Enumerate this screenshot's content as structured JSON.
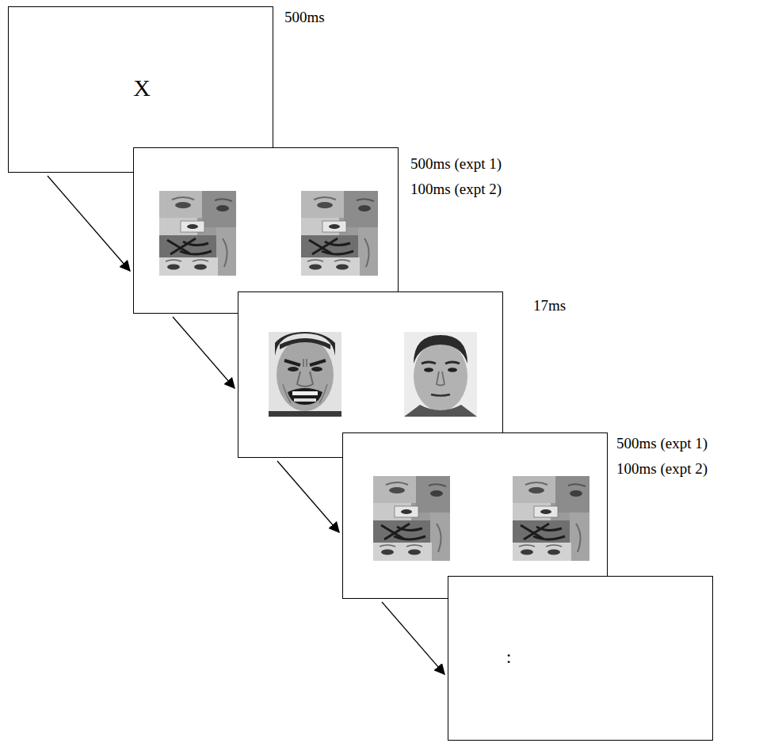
{
  "diagram": {
    "nodes": [
      {
        "text": [
          "X",
          "500ms"
        ]
      },
      {
        "text": [
          "500ms (expt 1)",
          "100ms (expt 2)"
        ]
      },
      {
        "text": [
          "17ms"
        ]
      },
      {
        "text": [
          "500ms (expt 1)",
          "100ms (expt 2)"
        ]
      },
      {
        "text": [
          ":"
        ]
      }
    ],
    "edges": [
      {
        "from": 0,
        "to": 1,
        "arrow": "to"
      },
      {
        "from": 1,
        "to": 2,
        "arrow": "to"
      },
      {
        "from": 2,
        "to": 3,
        "arrow": "to"
      },
      {
        "from": 3,
        "to": 4,
        "arrow": "to"
      }
    ]
  }
}
